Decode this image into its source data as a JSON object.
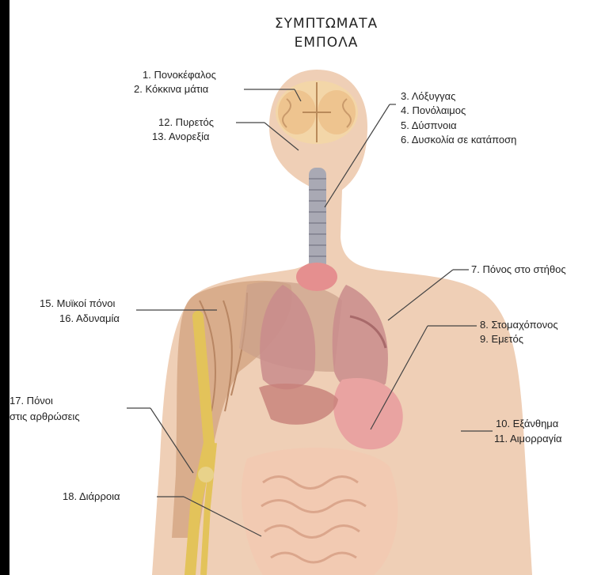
{
  "title": {
    "line1": "ΣΥΜΠΤΩΜΑΤΑ",
    "line2": "ΕΜΠΟΛΑ"
  },
  "labels": {
    "l1": "1. Πονοκέφαλος",
    "l2": "2. Κόκκινα μάτια",
    "l3": "3. Λόξυγγας",
    "l4": "4. Πονόλαιμος",
    "l5": "5. Δύσπνοια",
    "l6": "6. Δυσκολία σε κατάποση",
    "l7": "7. Πόνος στο στήθος",
    "l8": "8. Στομαχόπονος",
    "l9": "9. Εμετός",
    "l10": "10. Εξάνθημα",
    "l11": "11. Αιμορραγία",
    "l12": "12. Πυρετός",
    "l13": "13. Ανορεξία",
    "l15": "15. Μυϊκοί πόνοι",
    "l16": "16. Αδυναμία",
    "l17a": "17. Πόνοι",
    "l17b": "στις αρθρώσεις",
    "l18": "18. Διάρροια"
  },
  "colors": {
    "skin": "#efcfb6",
    "muscle": "#d6a987",
    "bone": "#e3c35a",
    "organ_red": "#d98a86",
    "stomach": "#e9a3a1",
    "intestine": "#f2cab2",
    "leader": "#444444"
  }
}
